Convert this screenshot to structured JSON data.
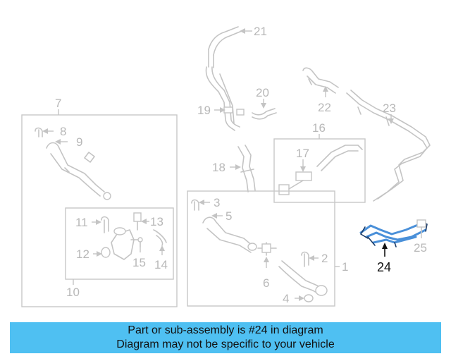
{
  "callouts": {
    "c1": "1",
    "c2": "2",
    "c3": "3",
    "c4": "4",
    "c5": "5",
    "c6": "6",
    "c7": "7",
    "c8": "8",
    "c9": "9",
    "c10": "10",
    "c11": "11",
    "c12": "12",
    "c13": "13",
    "c14": "14",
    "c15": "15",
    "c16": "16",
    "c17": "17",
    "c18": "18",
    "c19": "19",
    "c20": "20",
    "c21": "21",
    "c22": "22",
    "c23": "23",
    "c24": "24",
    "c25": "25"
  },
  "highlight": {
    "part_number": "24",
    "color": "#4a90d9"
  },
  "banner": {
    "line1": "Part or sub-assembly is #24 in diagram",
    "line2": "Diagram may not be specific to your vehicle",
    "color": "#4fc0f2"
  }
}
